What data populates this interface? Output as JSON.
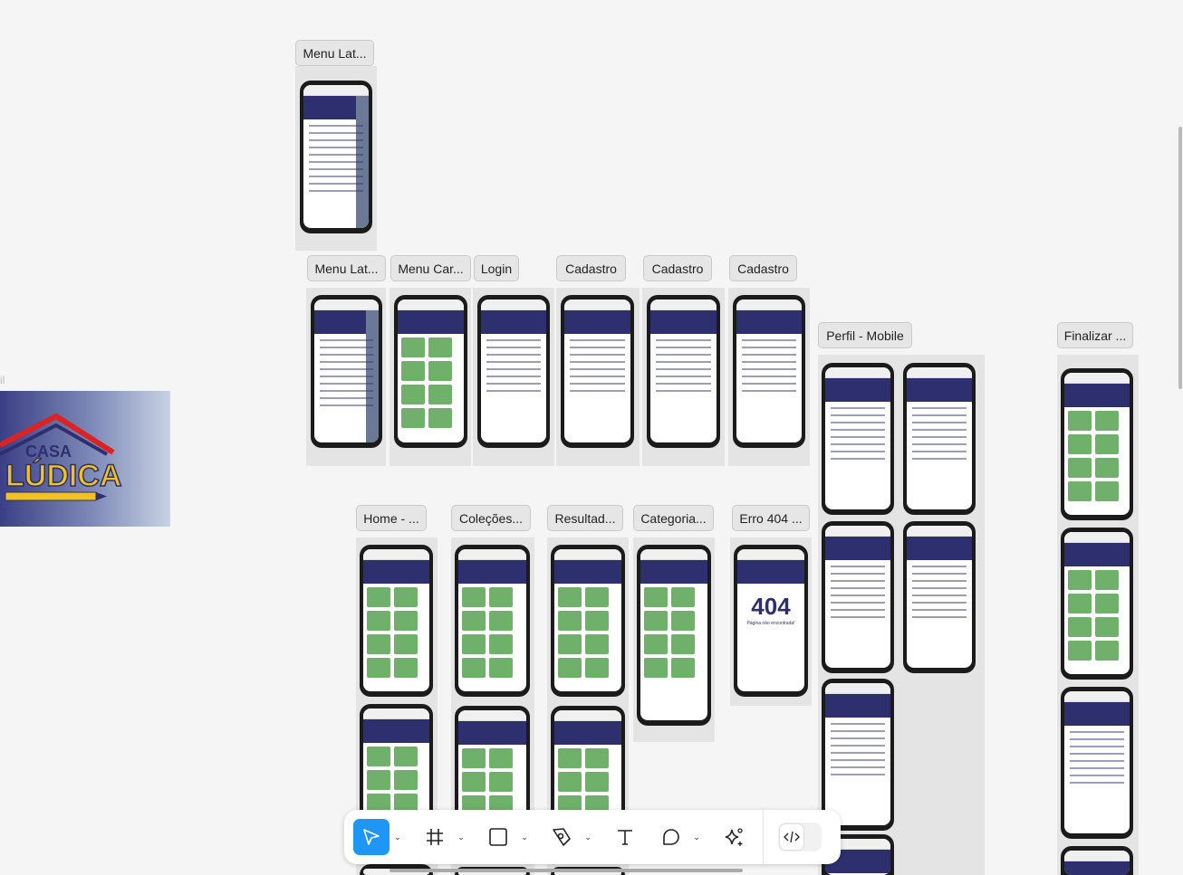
{
  "canvas": {
    "cut_label": "il",
    "frames": [
      {
        "label": "Menu Lat..."
      },
      {
        "label": "Menu Lat..."
      },
      {
        "label": "Menu Car..."
      },
      {
        "label": "Login"
      },
      {
        "label": "Cadastro"
      },
      {
        "label": "Cadastro"
      },
      {
        "label": "Cadastro"
      },
      {
        "label": "Perfil - Mobile"
      },
      {
        "label": "Finalizar ..."
      },
      {
        "label": "Home - ..."
      },
      {
        "label": "Coleções..."
      },
      {
        "label": "Resultad..."
      },
      {
        "label": "Categoria..."
      },
      {
        "label": "Erro 404 ..."
      }
    ],
    "error_page": {
      "code": "404",
      "message": "Página não encontrada!"
    },
    "logo_text": "CASA LÚDICA"
  },
  "toolbar": {
    "tools": [
      "move-tool",
      "frame-tool",
      "rectangle-tool",
      "pen-tool",
      "text-tool",
      "comment-tool",
      "ai-tool",
      "dev-mode-toggle"
    ],
    "active_tool": "move-tool",
    "accent": "#1e96f5"
  }
}
